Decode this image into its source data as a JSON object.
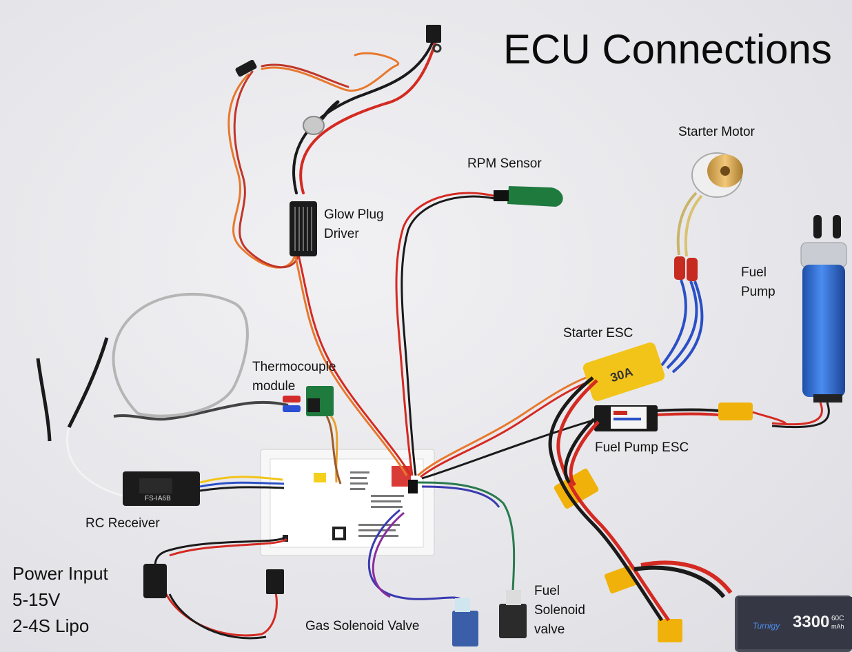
{
  "title": "ECU Connections",
  "labels": {
    "starter_motor": "Starter Motor",
    "rpm_sensor": "RPM Sensor",
    "glow_plug_driver": [
      "Glow Plug",
      "Driver"
    ],
    "fuel_pump": [
      "Fuel",
      "Pump"
    ],
    "starter_esc": "Starter ESC",
    "thermocouple_module": [
      "Thermocouple",
      "module"
    ],
    "fuel_pump_esc": "Fuel Pump ESC",
    "rc_receiver": "RC Receiver",
    "power_input": [
      "Power Input",
      "5-15V",
      "2-4S Lipo"
    ],
    "gas_solenoid_valve": "Gas Solenoid Valve",
    "fuel_solenoid_valve": [
      "Fuel",
      "Solenoid",
      "valve"
    ]
  },
  "component_markings": {
    "starter_esc": "30A",
    "receiver": "FS-IA6B",
    "battery_capacity": "3300",
    "battery_rating": "60C",
    "battery_unit": "mAh",
    "battery_brand": "Turnigy"
  },
  "colors": {
    "wire_red": "#d42a22",
    "wire_black": "#1a1a1a",
    "wire_orange": "#e8782c",
    "wire_blue": "#2b4fc6",
    "esc_yellow": "#f2c419",
    "pump_blue": "#2f6fd3",
    "pcb_green": "#1f7a3e",
    "xt60_yellow": "#f0b20a"
  }
}
